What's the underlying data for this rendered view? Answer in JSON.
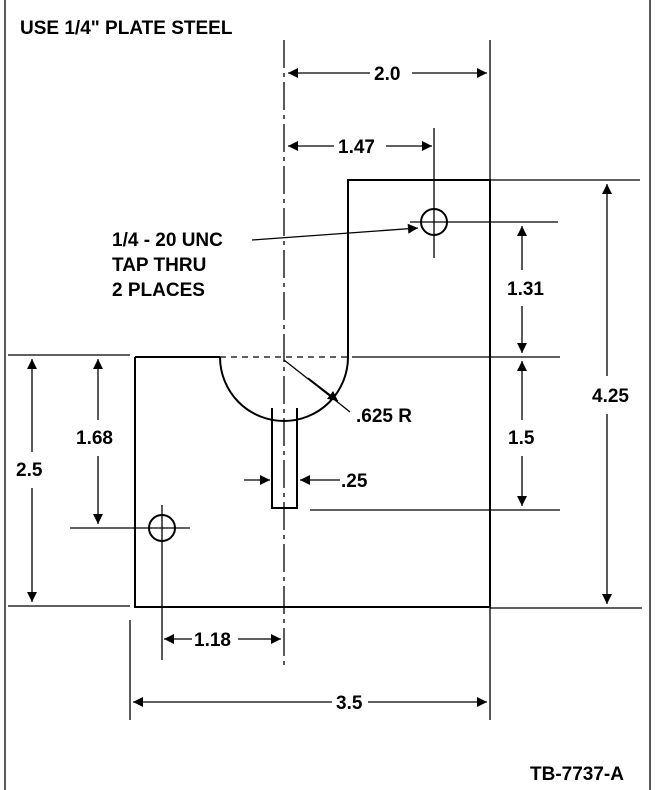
{
  "drawing": {
    "note": "USE 1/4\" PLATE STEEL",
    "figure_id": "TB-7737-A"
  },
  "dimensions": {
    "overall_width": "3.5",
    "overall_height_right": "4.25",
    "left_height": "2.5",
    "hole_from_bottom_left": "1.68",
    "hole_from_left_edge": "1.18",
    "top_section_width": "2.0",
    "top_hole_from_centerline": "1.47",
    "top_hole_from_step": "1.31",
    "step_to_slot_bottom": "1.5",
    "slot_width": ".25",
    "radius": ".625 R"
  },
  "callout": {
    "line1": "1/4 - 20 UNC",
    "line2": "TAP THRU",
    "line3": "2 PLACES"
  },
  "colors": {
    "ink": "#000000",
    "paper": "#ffffff"
  }
}
